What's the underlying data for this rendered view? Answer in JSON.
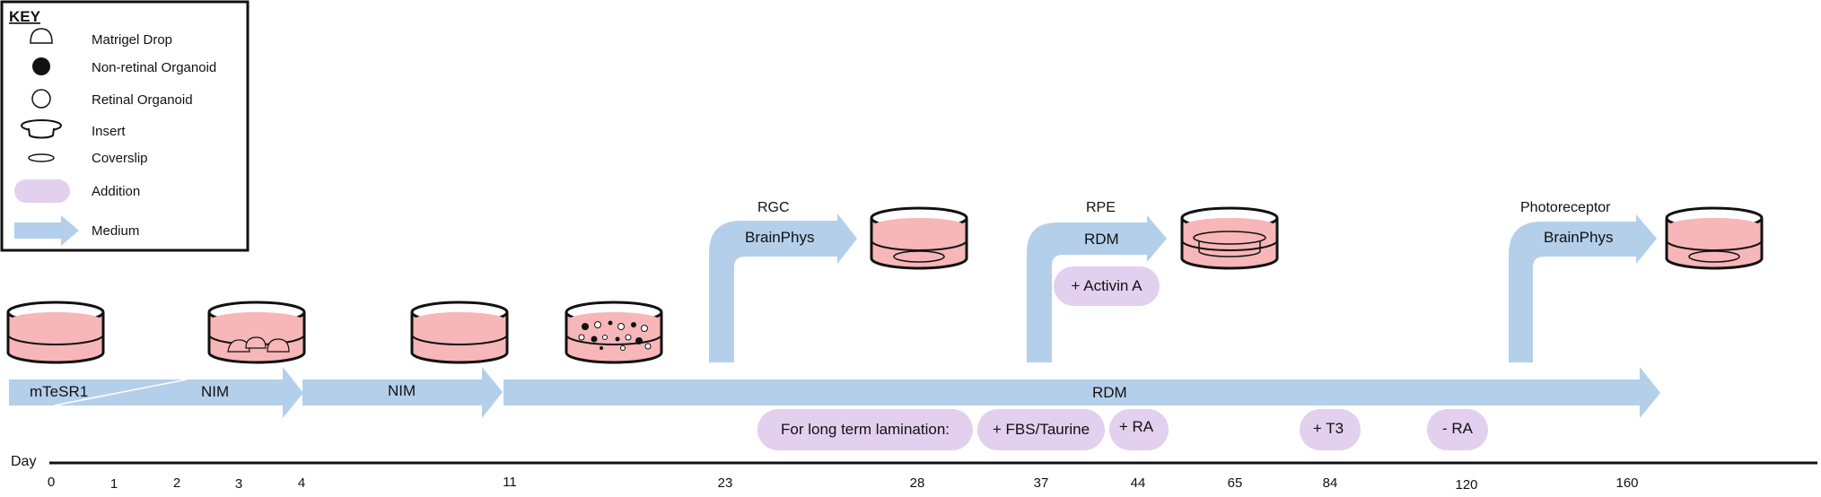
{
  "key": {
    "title": "KEY",
    "items": [
      {
        "icon": "matrigel-drop-icon",
        "label": "Matrigel Drop"
      },
      {
        "icon": "non-retinal-organoid-icon",
        "label": "Non-retinal Organoid"
      },
      {
        "icon": "retinal-organoid-icon",
        "label": "Retinal Organoid"
      },
      {
        "icon": "insert-icon",
        "label": "Insert"
      },
      {
        "icon": "coverslip-icon",
        "label": "Coverslip"
      },
      {
        "icon": "addition-icon",
        "label": "Addition"
      },
      {
        "icon": "medium-arrow-icon",
        "label": "Medium"
      }
    ]
  },
  "media": {
    "mtesr1": "mTeSR1",
    "nim1": "NIM",
    "nim2": "NIM",
    "rdm_main": "RDM",
    "rgc_title": "RGC",
    "rgc_medium": "BrainPhys",
    "rpe_title": "RPE",
    "rpe_medium": "RDM",
    "photo_title": "Photoreceptor",
    "photo_medium": "BrainPhys"
  },
  "additions": {
    "activin": "+ Activin A",
    "lamination": "For long term lamination:",
    "fbs": "+ FBS/Taurine",
    "ra_add": "+ RA",
    "t3": "+ T3",
    "ra_remove": "- RA"
  },
  "timeline": {
    "label": "Day",
    "days": [
      "0",
      "1",
      "2",
      "3",
      "4",
      "11",
      "23",
      "28",
      "37",
      "44",
      "65",
      "84",
      "120",
      "160"
    ]
  },
  "colors": {
    "medium": "#b4cfea",
    "addition": "#e3d0ee",
    "dish_fill": "#f7b6b8",
    "line": "#111111"
  }
}
